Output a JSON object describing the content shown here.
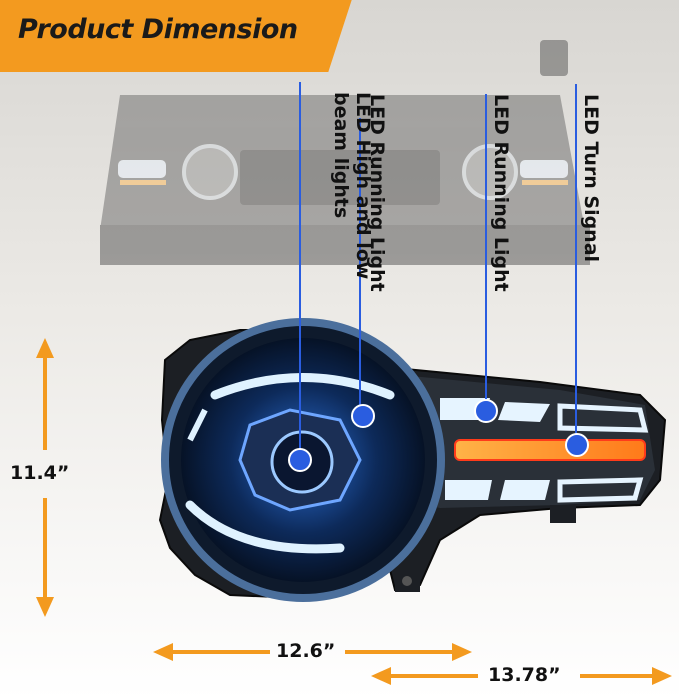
{
  "banner": {
    "title": "Product Dimension"
  },
  "callouts": [
    {
      "label": "LED High and low beam lights"
    },
    {
      "label": "LED Running Light"
    },
    {
      "label": "LED Running Light"
    },
    {
      "label": "LED Turn Signal"
    }
  ],
  "dimensions": {
    "height": "11.4”",
    "width": "12.6”",
    "depth": "13.78”"
  },
  "colors": {
    "accent": "#f39a1f",
    "callout": "#2a5de0",
    "led": "#bfe6ff",
    "amber": "#ff9b2a"
  }
}
